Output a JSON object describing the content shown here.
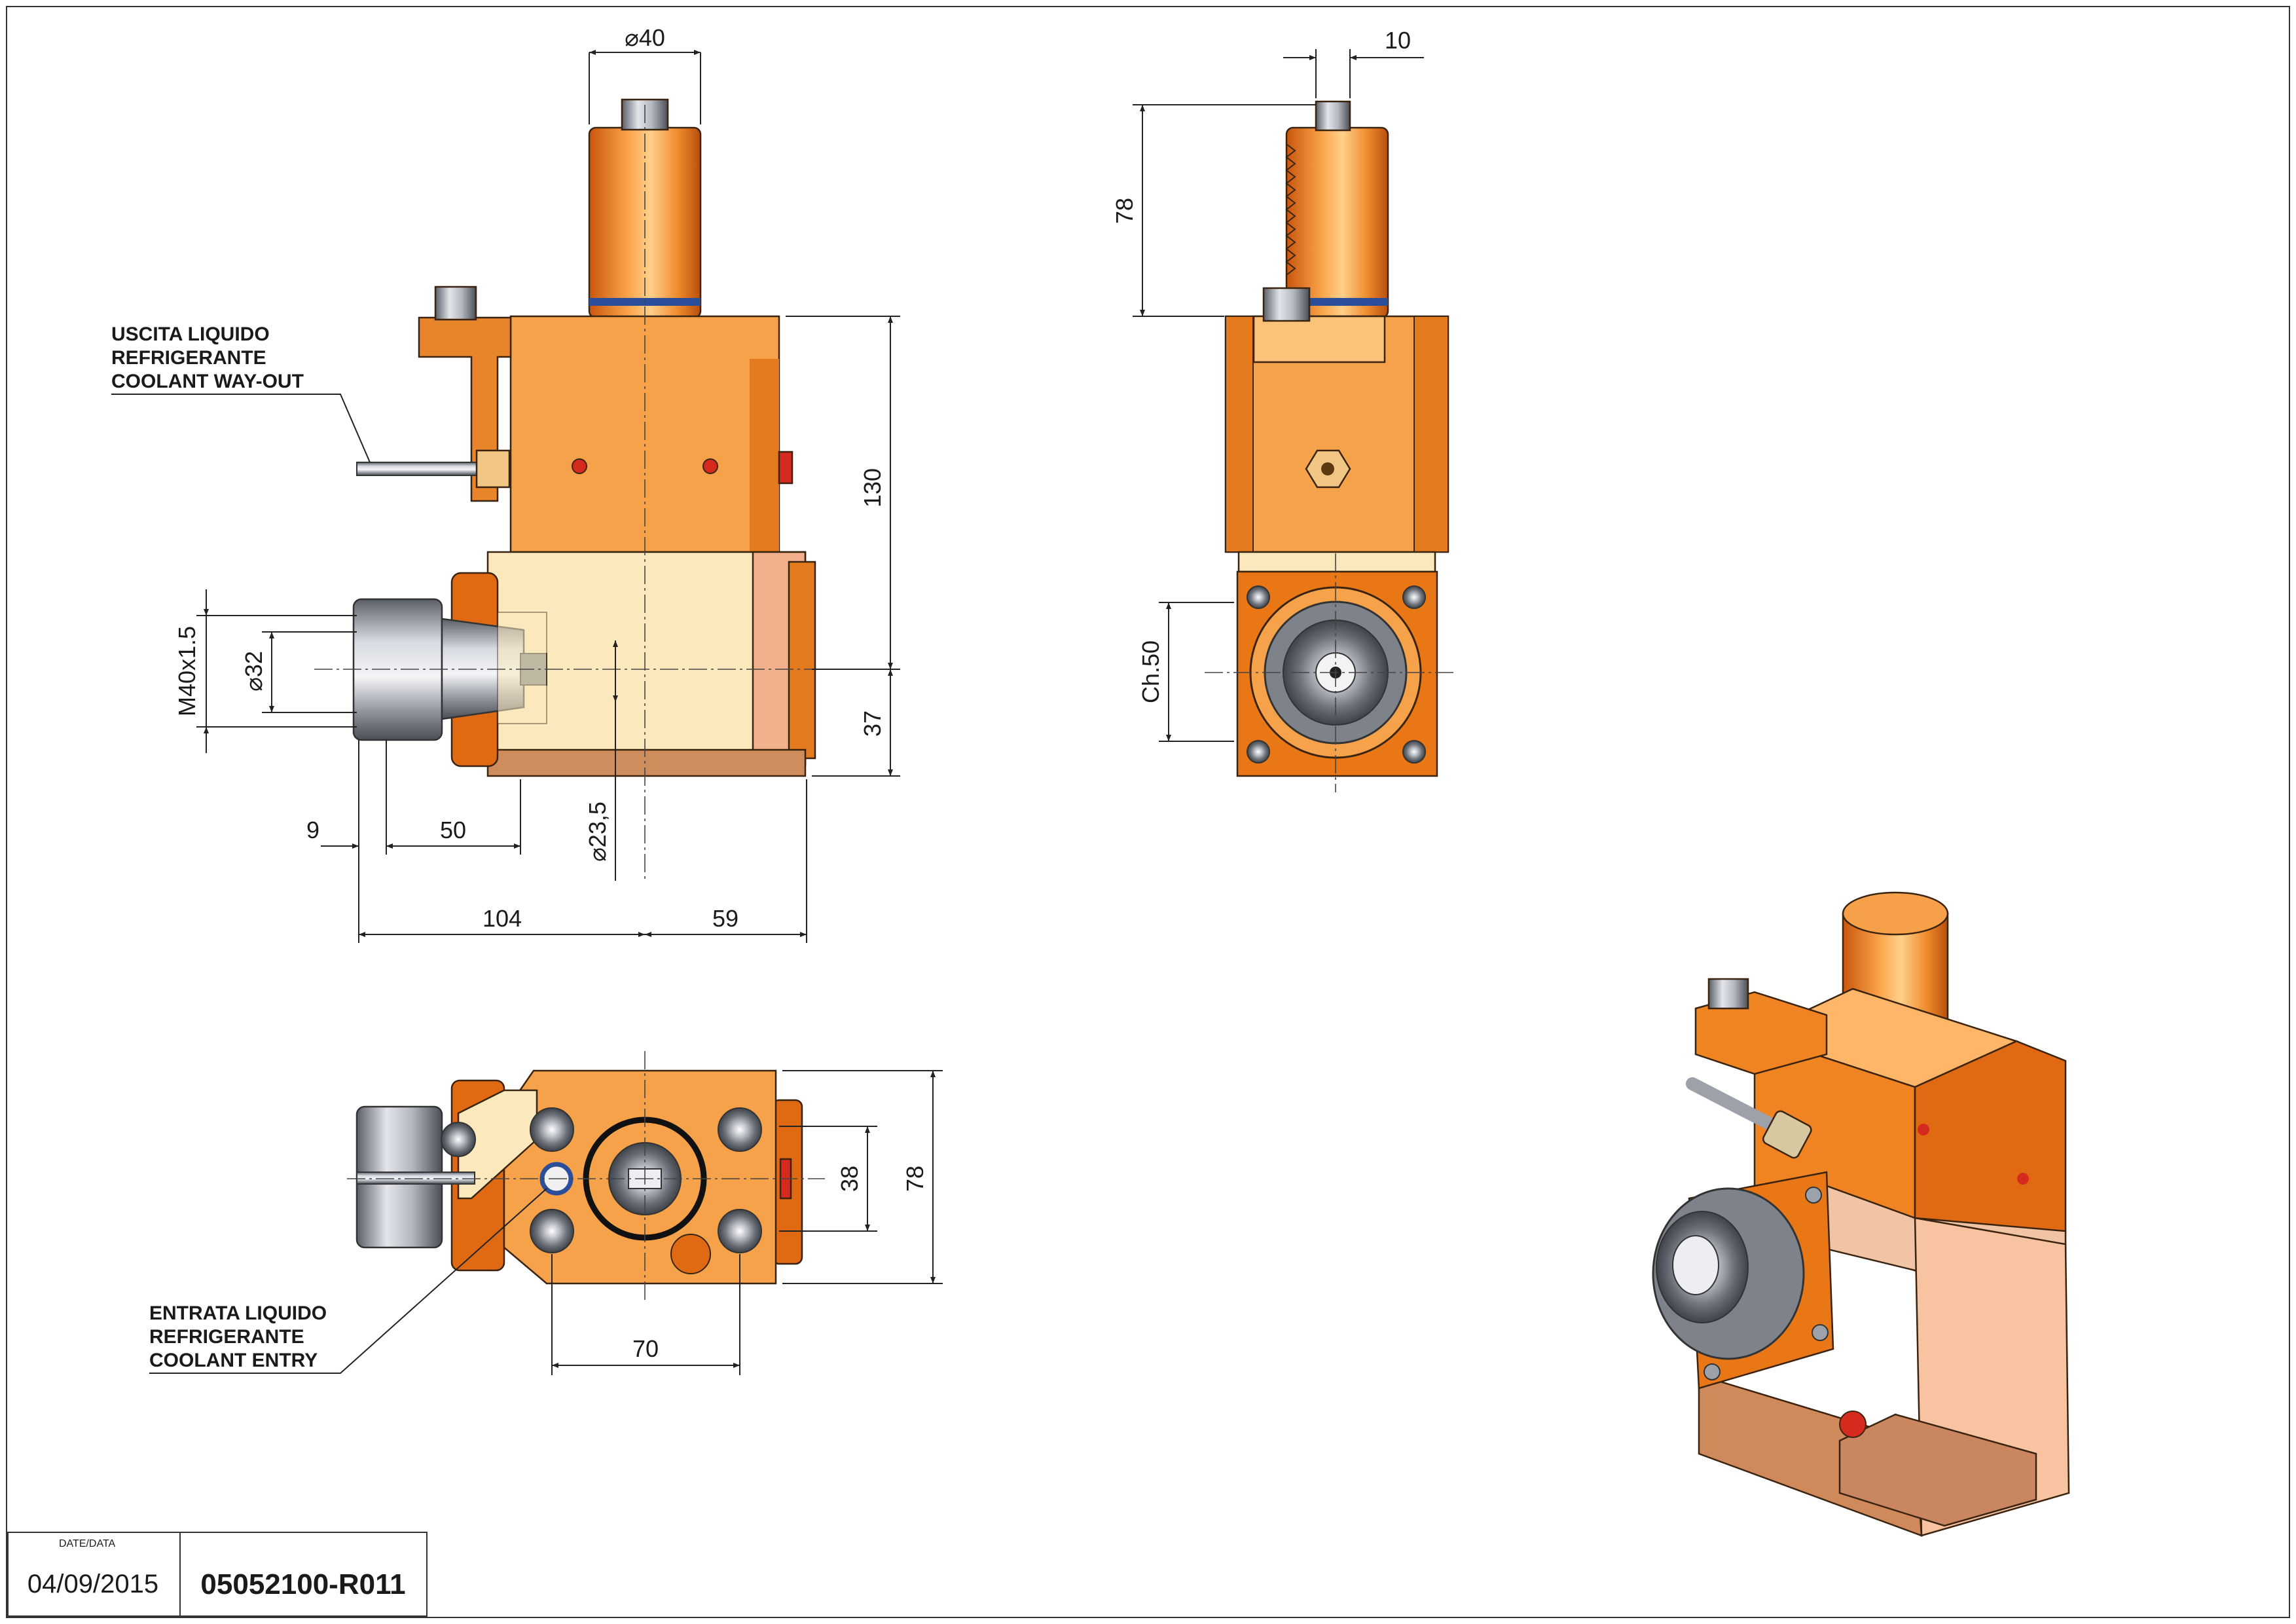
{
  "drawing": {
    "colors": {
      "body": "#f5a24a",
      "body_dark": "#e47a1e",
      "body_light": "#fbc27a",
      "cream": "#fbe9bd",
      "salmon": "#f2b08c",
      "base": "#cf8d5e",
      "steel": "#9ca1aa",
      "steel_dark": "#5c616a",
      "seal_blue": "#2a4e9a",
      "plug_red": "#d62a1e"
    },
    "labels": {
      "coolant_out": [
        "USCITA LIQUIDO",
        "REFRIGERANTE",
        "COOLANT WAY-OUT"
      ],
      "coolant_in": [
        "ENTRATA LIQUIDO",
        "REFRIGERANTE",
        "COOLANT ENTRY"
      ]
    },
    "dimensions": {
      "front_spindle_dia": "⌀40",
      "front_height": "130",
      "front_lower": "37",
      "front_thread": "M40x1.5",
      "front_collet_dia": "⌀32",
      "front_bore_dia": "⌀23,5",
      "front_offset_9": "9",
      "front_offset_50": "50",
      "front_width_left": "104",
      "front_width_right": "59",
      "side_key": "10",
      "side_shank": "78",
      "side_chamfer": "Ch.50",
      "top_bolt_spacing": "38",
      "top_depth": "78",
      "top_width": "70"
    }
  },
  "title_block": {
    "date_label": "DATE/DATA",
    "date_value": "04/09/2015",
    "code": "05052100-R011"
  }
}
